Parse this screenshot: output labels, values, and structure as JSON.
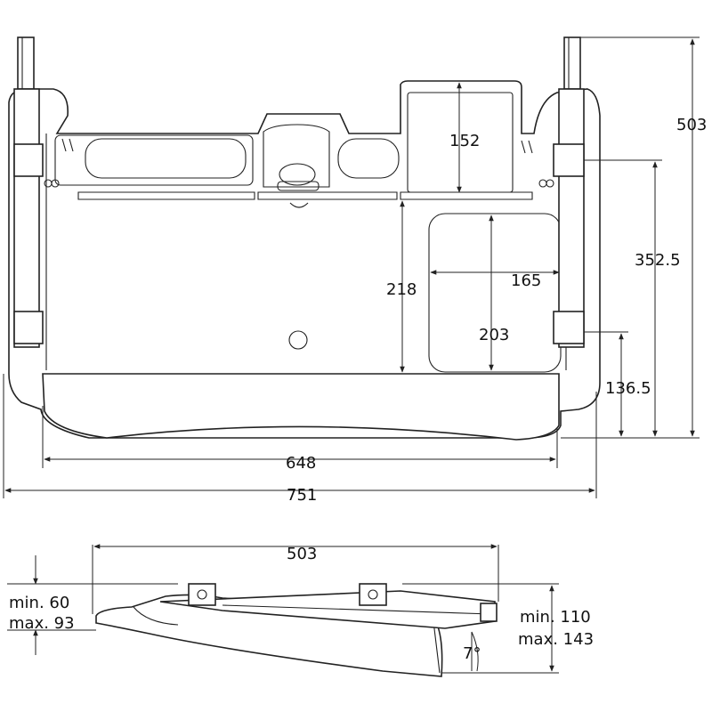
{
  "top_view": {
    "dimensions": {
      "overall_height": "503",
      "rail_to_pad": "352.5",
      "lower_bracket": "136.5",
      "tray_depth": "152",
      "keyboard_area": "218",
      "mouse_pad_width": "165",
      "mouse_pad_height": "203",
      "palm_rest_width": "648",
      "overall_width": "751"
    }
  },
  "side_view": {
    "dimensions": {
      "length": "503",
      "left_height_min": "min. 60",
      "left_height_max": "max. 93",
      "right_height_min": "min. 110",
      "right_height_max": "max. 143",
      "tilt_angle": "7°"
    }
  }
}
